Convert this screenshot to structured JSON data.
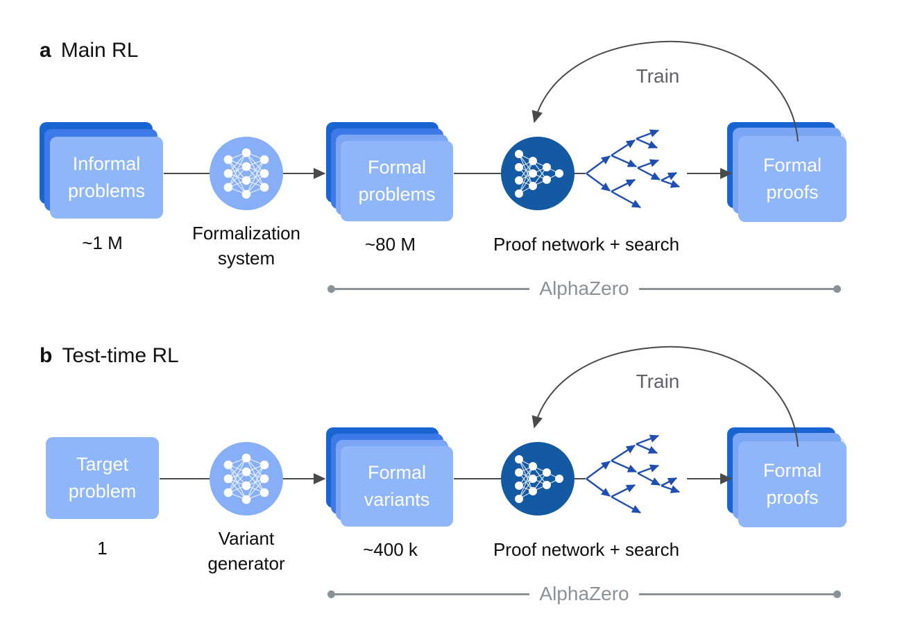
{
  "figure": {
    "description_icons": [
      "neural-network-icon",
      "search-tree-icon",
      "arrow-icon"
    ]
  },
  "colors": {
    "card_front": "#8fb6f8",
    "card_mid": "#3d7ae8",
    "card_midlight": "#7aa6f5",
    "card_dark": "#1865d2",
    "card_pale": "#d9e6fd",
    "circle_light": "#87aff7",
    "circle_dark": "#1459a3",
    "tree_blue": "#1e4eb4",
    "line_gray": "#4a4a4a",
    "alphazero_gray": "#8a9197",
    "card_text": "#ffffff"
  },
  "panels": [
    {
      "label_letter": "a",
      "label_text": "Main RL",
      "input_label": "Informal\nproblems",
      "input_count": "~1 M",
      "generator_label": "Formalization\nsystem",
      "formal_label": "Formal\nproblems",
      "formal_count": "~80 M",
      "prover_label": "Proof network + search",
      "train_label": "Train",
      "output_label": "Formal\nproofs",
      "alphazero_label": "AlphaZero"
    },
    {
      "label_letter": "b",
      "label_text": "Test-time RL",
      "input_label": "Target\nproblem",
      "input_count": "1",
      "generator_label": "Variant\ngenerator",
      "formal_label": "Formal\nvariants",
      "formal_count": "~400 k",
      "prover_label": "Proof network + search",
      "train_label": "Train",
      "output_label": "Formal\nproofs",
      "alphazero_label": "AlphaZero"
    }
  ]
}
